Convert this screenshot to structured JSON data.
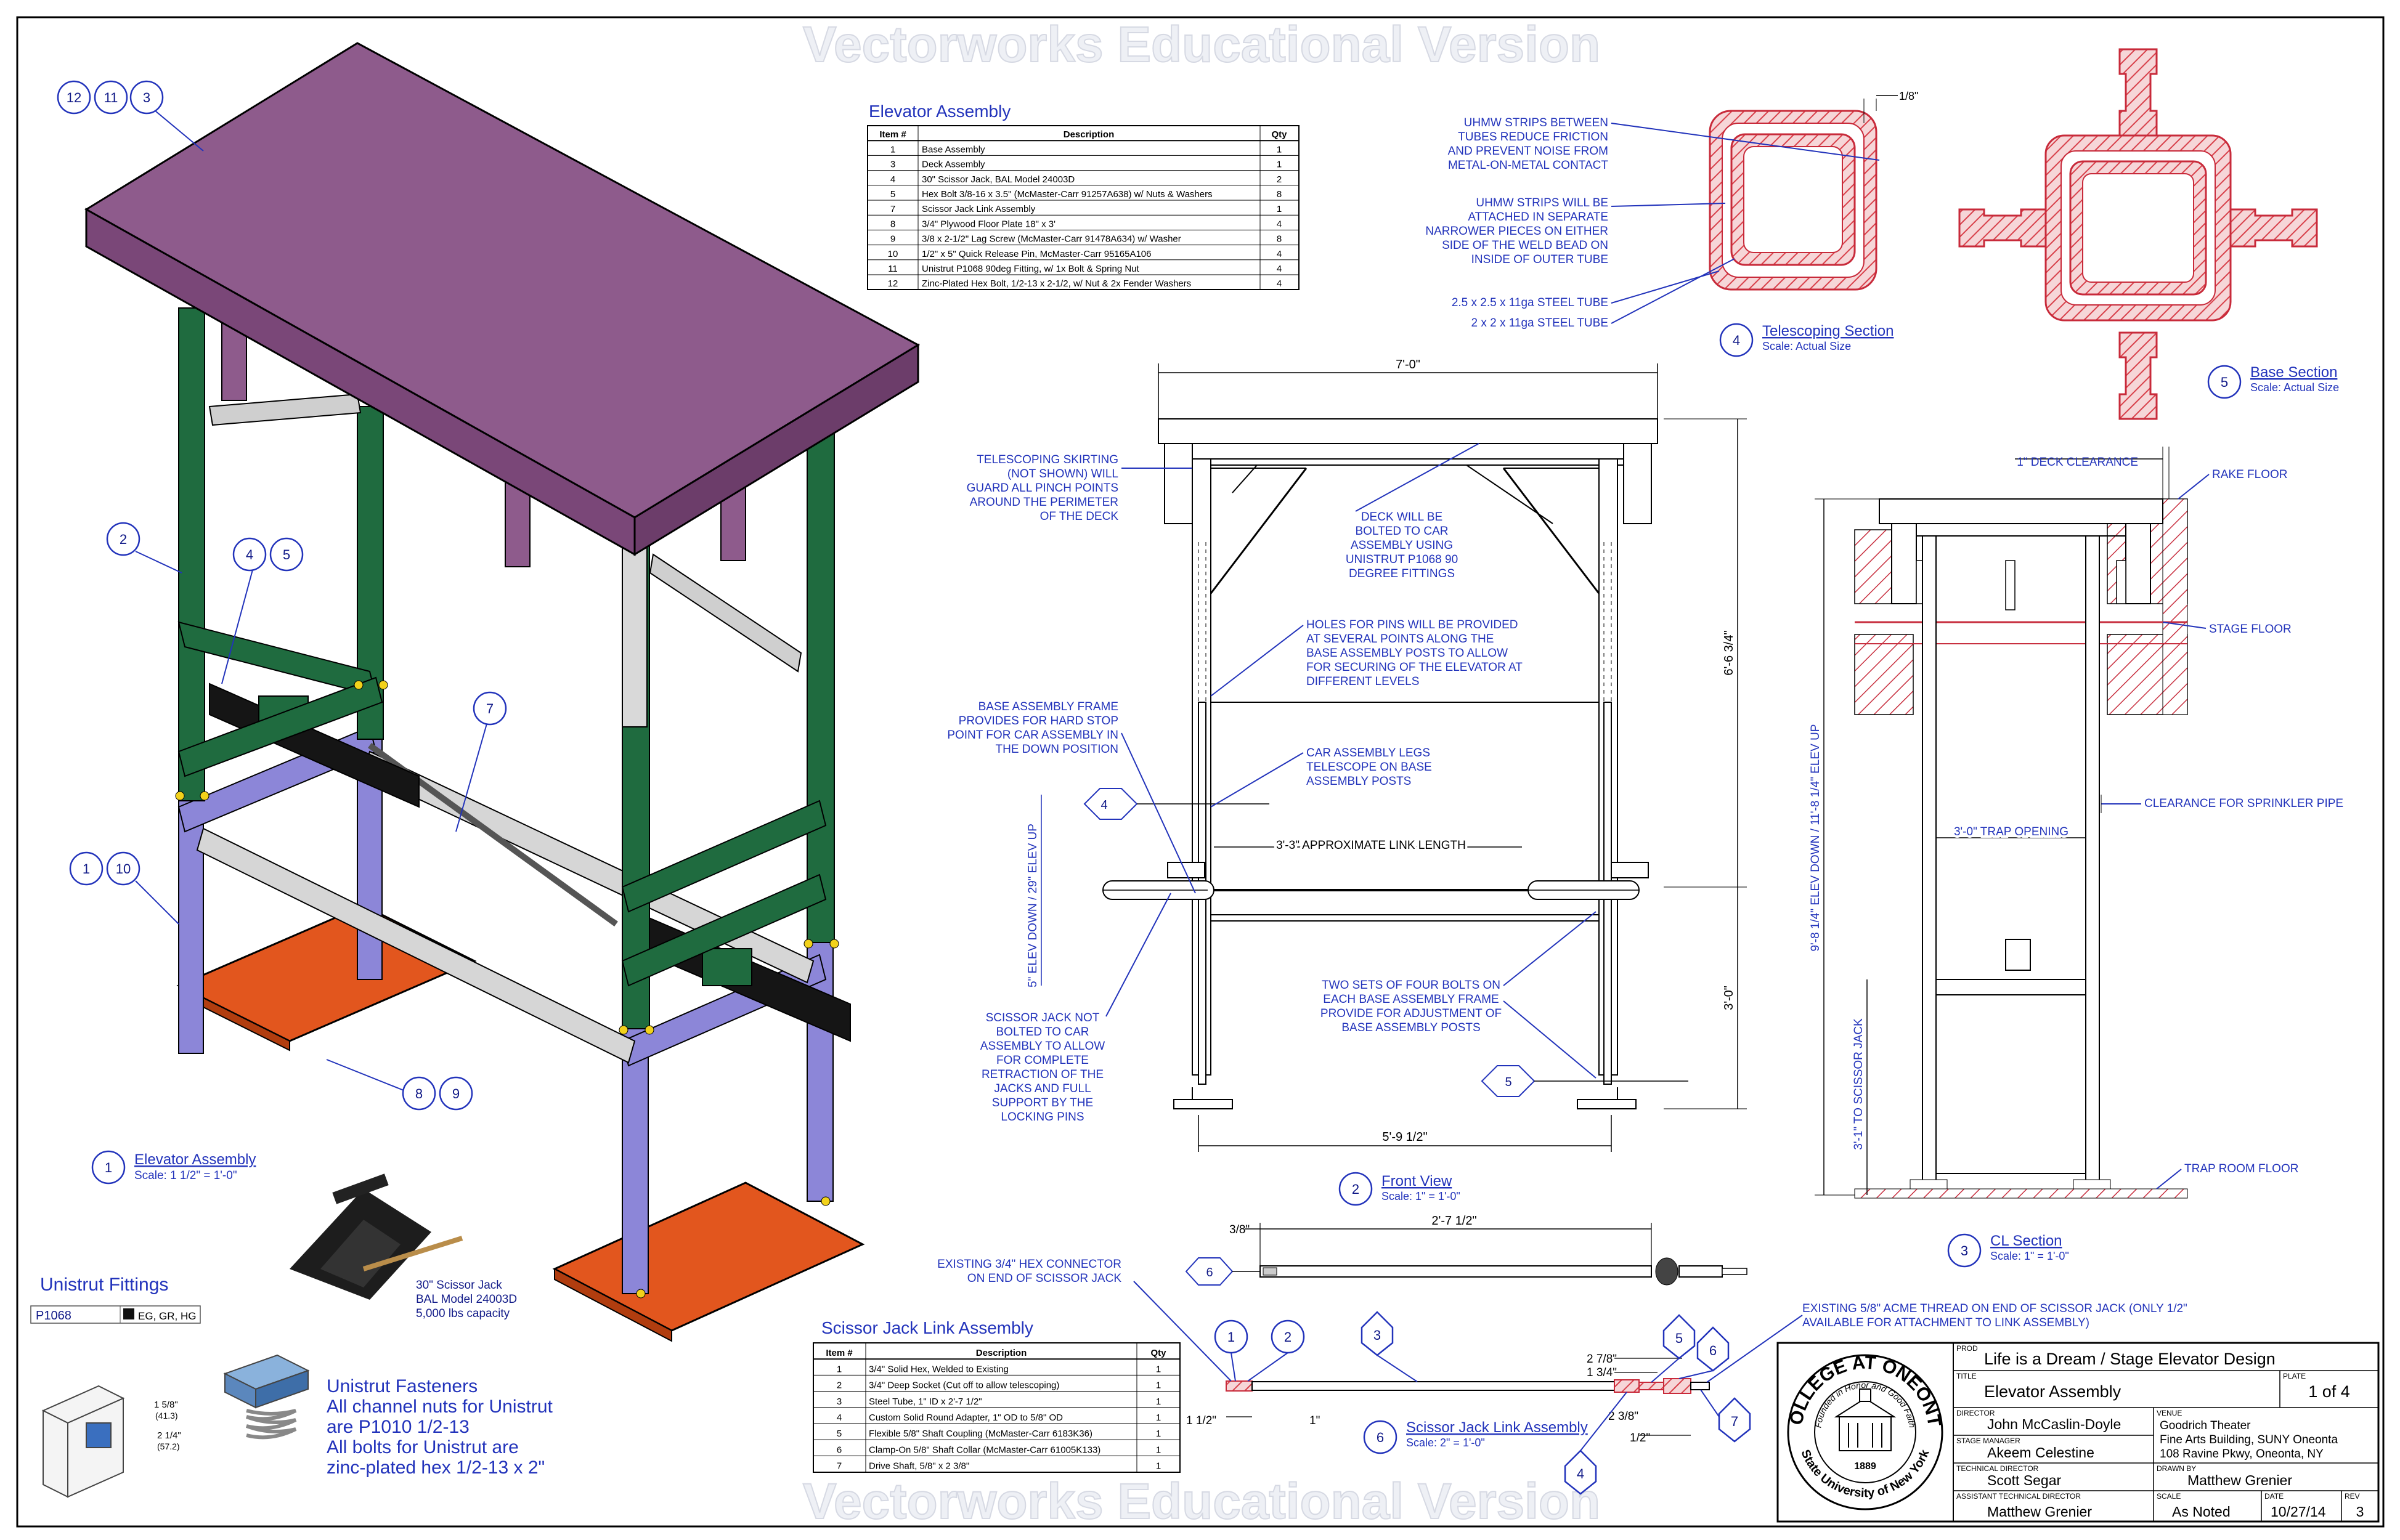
{
  "watermark": "Vectorworks Educational Version",
  "elevator_table": {
    "title": "Elevator Assembly",
    "headers": [
      "Item #",
      "Description",
      "Qty"
    ],
    "rows": [
      [
        "1",
        "Base Assembly",
        "1"
      ],
      [
        "3",
        "Deck Assembly",
        "1"
      ],
      [
        "4",
        "30\" Scissor Jack, BAL Model 24003D",
        "2"
      ],
      [
        "5",
        "Hex Bolt 3/8-16 x 3.5\" (McMaster-Carr 91257A638) w/ Nuts & Washers",
        "8"
      ],
      [
        "7",
        "Scissor Jack Link Assembly",
        "1"
      ],
      [
        "8",
        "3/4\" Plywood Floor Plate 18\" x 3'",
        "4"
      ],
      [
        "9",
        "3/8 x 2-1/2\" Lag Screw (McMaster-Carr 91478A634) w/ Washer",
        "8"
      ],
      [
        "10",
        "1/2\" x 5\" Quick Release Pin, McMaster-Carr 95165A106",
        "4"
      ],
      [
        "11",
        "Unistrut P1068 90deg Fitting, w/ 1x Bolt & Spring Nut",
        "4"
      ],
      [
        "12",
        "Zinc-Plated Hex Bolt, 1/2-13 x 2-1/2, w/ Nut & 2x Fender Washers",
        "4"
      ]
    ]
  },
  "scissor_table": {
    "title": "Scissor Jack Link Assembly",
    "headers": [
      "Item #",
      "Description",
      "Qty"
    ],
    "rows": [
      [
        "1",
        "3/4\" Solid Hex, Welded to Existing",
        "1"
      ],
      [
        "2",
        "3/4\" Deep Socket (Cut off to allow telescoping)",
        "1"
      ],
      [
        "3",
        "Steel Tube, 1\" ID x 2'-7 1/2\"",
        "1"
      ],
      [
        "4",
        "Custom Solid Round Adapter, 1\" OD to 5/8\" OD",
        "1"
      ],
      [
        "5",
        "Flexible 5/8\" Shaft Coupling (McMaster-Carr 6183K36)",
        "1"
      ],
      [
        "6",
        "Clamp-On 5/8\" Shaft Collar (McMaster-Carr 61005K133)",
        "1"
      ],
      [
        "7",
        "Drive Shaft, 5/8\" x 2 3/8\"",
        "1"
      ]
    ]
  },
  "views": {
    "iso": {
      "num": "1",
      "title": "Elevator Assembly",
      "scale": "Scale: 1 1/2\" = 1'-0\""
    },
    "front": {
      "num": "2",
      "title": "Front View",
      "scale": "Scale: 1\" = 1'-0\""
    },
    "cl": {
      "num": "3",
      "title": "CL Section",
      "scale": "Scale: 1\" = 1'-0\""
    },
    "tele": {
      "num": "4",
      "title": "Telescoping Section",
      "scale": "Scale: Actual Size"
    },
    "base": {
      "num": "5",
      "title": "Base Section",
      "scale": "Scale: Actual Size"
    },
    "link": {
      "num": "6",
      "title": "Scissor Jack Link Assembly",
      "scale": "Scale: 2\" = 1'-0\""
    }
  },
  "iso_callouts": [
    "12",
    "11",
    "3",
    "2",
    "4",
    "5",
    "7",
    "1",
    "10",
    "8",
    "9"
  ],
  "jack_caption": [
    "30\" Scissor Jack",
    "BAL Model 24003D",
    "5,000 lbs capacity"
  ],
  "unistrut": {
    "title": "Unistrut Fittings",
    "part": "P1068",
    "finish": "EG, GR, HG",
    "fasteners": [
      "Unistrut Fasteners",
      "All channel nuts for Unistrut",
      "are P1010 1/2-13",
      "All bolts for Unistrut are",
      "zinc-plated hex 1/2-13 x 2\""
    ],
    "dims": [
      "1 5/8\"",
      "(41.3)",
      "2 1/4\"",
      "(57.2)"
    ]
  },
  "telescoping_notes": {
    "uhmw1": [
      "UHMW STRIPS BETWEEN",
      "TUBES REDUCE FRICTION",
      "AND PREVENT NOISE FROM",
      "METAL-ON-METAL CONTACT"
    ],
    "uhmw2": [
      "UHMW STRIPS WILL BE",
      "ATTACHED IN SEPARATE",
      "NARROWER PIECES ON EITHER",
      "SIDE OF THE WELD BEAD ON",
      "INSIDE OF OUTER TUBE"
    ],
    "tube1": "2.5 x 2.5 x 11ga STEEL TUBE",
    "tube2": "2 x 2 x 11ga STEEL TUBE",
    "gap": "1/8\""
  },
  "front_notes": {
    "skirting": [
      "TELESCOPING SKIRTING",
      "(NOT SHOWN) WILL",
      "GUARD ALL PINCH POINTS",
      "AROUND THE PERIMETER",
      "OF THE DECK"
    ],
    "deck": [
      "DECK WILL BE",
      "BOLTED TO CAR",
      "ASSEMBLY USING",
      "UNISTRUT P1068 90",
      "DEGREE FITTINGS"
    ],
    "holes": [
      "HOLES FOR PINS WILL BE PROVIDED",
      "AT SEVERAL POINTS ALONG THE",
      "BASE ASSEMBLY POSTS TO ALLOW",
      "FOR SECURING OF THE ELEVATOR AT",
      "DIFFERENT LEVELS"
    ],
    "frame": [
      "BASE ASSEMBLY FRAME",
      "PROVIDES FOR HARD STOP",
      "POINT FOR CAR ASSEMBLY IN",
      "THE DOWN POSITION"
    ],
    "legs": [
      "CAR ASSEMBLY LEGS",
      "TELESCOPE ON BASE",
      "ASSEMBLY POSTS"
    ],
    "link_len": "3'-3\" APPROXIMATE LINK LENGTH",
    "elev": "5\" ELEV DOWN / 29\" ELEV UP",
    "jack": [
      "SCISSOR JACK NOT",
      "BOLTED TO CAR",
      "ASSEMBLY TO ALLOW",
      "FOR COMPLETE",
      "RETRACTION OF THE",
      "JACKS AND FULL",
      "SUPPORT BY THE",
      "LOCKING PINS"
    ],
    "bolts": [
      "TWO SETS OF FOUR BOLTS ON",
      "EACH BASE ASSEMBLY FRAME",
      "PROVIDE FOR ADJUSTMENT OF",
      "BASE ASSEMBLY POSTS"
    ],
    "dim_top": "7'-0\"",
    "dim_bottom": "5'-9 1/2\"",
    "dim_h1": "6'-6 3/4\"",
    "dim_h2": "3'-0\"",
    "sec4": "4",
    "sec5": "5"
  },
  "cl_notes": {
    "deck_clear": "1\" DECK CLEARANCE",
    "rake": "RAKE FLOOR",
    "stage": "STAGE FLOOR",
    "sprinkler": "CLEARANCE FOR SPRINKLER PIPE",
    "trap_open": "3'-0\" TRAP OPENING",
    "trap_floor": "TRAP ROOM FLOOR",
    "elev": "9'-8 1/4\" ELEV DOWN / 11'-8 1/4\" ELEV UP",
    "to_jack": "3'-1\" TO SCISSOR JACK"
  },
  "link_notes": {
    "hex": [
      "EXISTING 3/4\" HEX CONNECTOR",
      "ON END OF SCISSOR JACK"
    ],
    "acme": [
      "EXISTING 5/8\" ACME THREAD ON END OF SCISSOR JACK (ONLY 1/2\"",
      "AVAILABLE FOR ATTACHMENT TO LINK ASSEMBLY)"
    ],
    "d1": "3/8\"",
    "d2": "2'-7 1/2\"",
    "d3": "2 7/8\"",
    "d4": "1 3/4\"",
    "d5": "1 1/2\"",
    "d6": "1\"",
    "d7": "2 3/8\"",
    "d8": "1/2\"",
    "sec": "6",
    "callouts": [
      "1",
      "2",
      "3",
      "4",
      "5",
      "6",
      "7"
    ]
  },
  "title_block": {
    "seal_top": "COLLEGE AT ONEONTA",
    "seal_motto": "Founded in Honor and Good Faith",
    "seal_bottom": "State University of New York",
    "seal_year": "1889",
    "prod_label": "PROD",
    "prod": "Life is a Dream / Stage Elevator Design",
    "title_label": "TITLE",
    "title": "Elevator Assembly",
    "plate_label": "PLATE",
    "plate": "1 of 4",
    "director_label": "DIRECTOR",
    "director": "John McCaslin-Doyle",
    "venue_label": "VENUE",
    "venue": [
      "Goodrich Theater",
      "Fine Arts Building, SUNY Oneonta",
      "108 Ravine Pkwy, Oneonta, NY"
    ],
    "sm_label": "STAGE MANAGER",
    "sm": "Akeem Celestine",
    "td_label": "TECHNICAL DIRECTOR",
    "td": "Scott Segar",
    "drawn_label": "DRAWN BY",
    "drawn": "Matthew Grenier",
    "atd_label": "ASSISTANT TECHNICAL DIRECTOR",
    "atd": "Matthew Grenier",
    "scale_label": "SCALE",
    "scale": "As Noted",
    "date_label": "DATE",
    "date": "10/27/14",
    "rev_label": "REV",
    "rev": "3"
  },
  "colors": {
    "ink": "#2233bb",
    "deck": "#8e5b8c",
    "car": "#1f6b3f",
    "base": "#8c86d8",
    "plate": "#e2561e",
    "steel": "#c9c9c9",
    "hatch": "#d8404a"
  }
}
